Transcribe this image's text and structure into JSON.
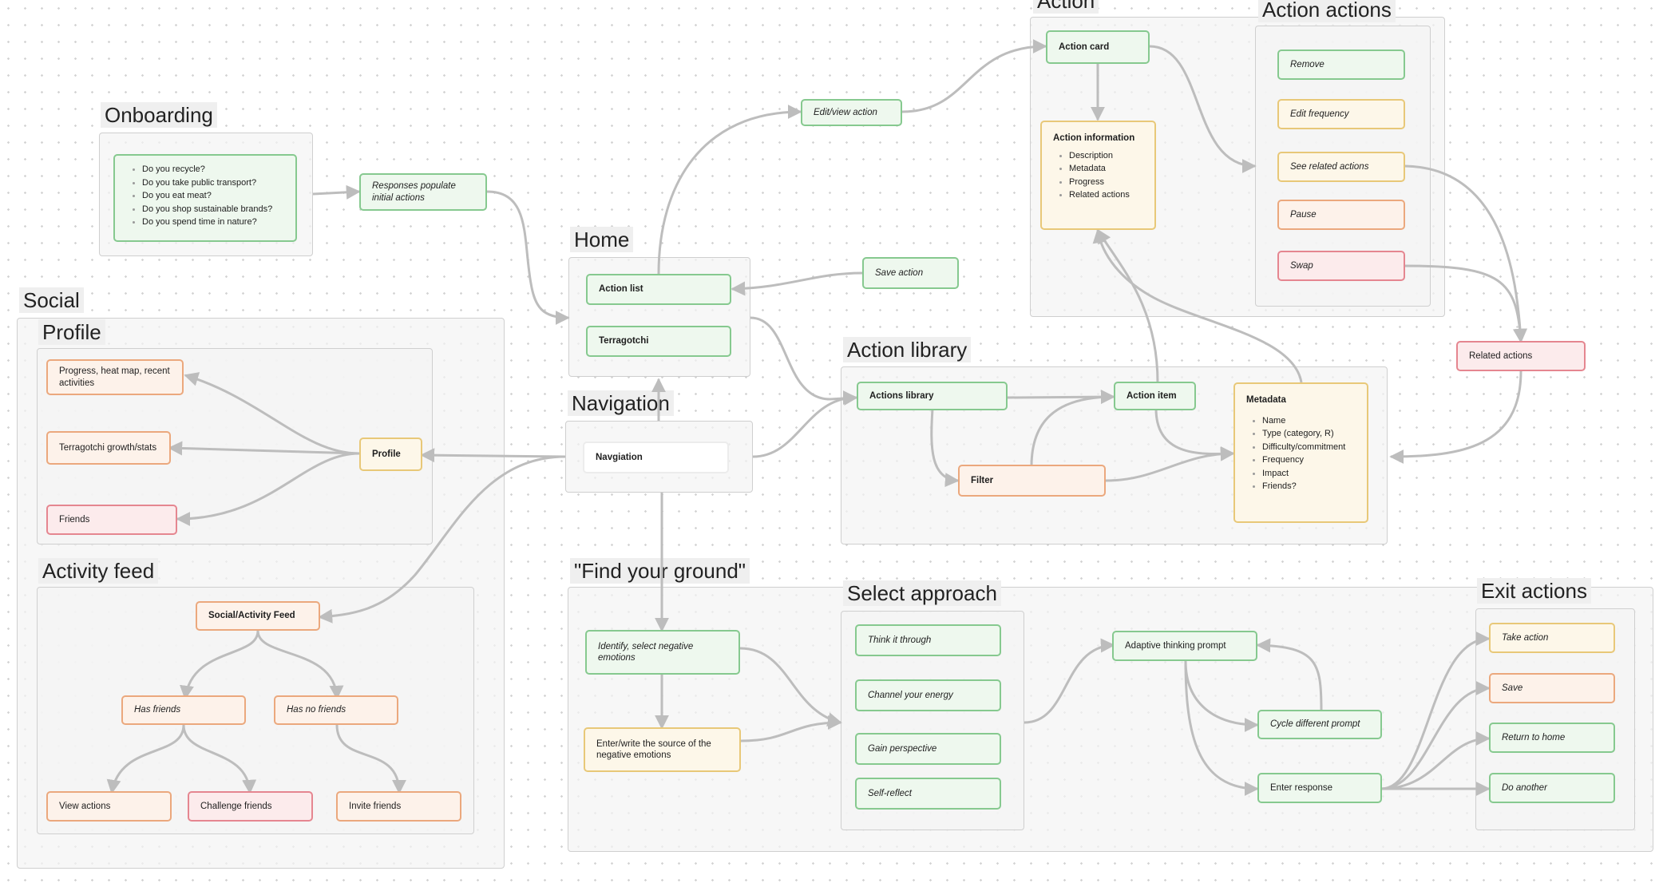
{
  "sections": {
    "action": "Action",
    "action_actions": "Action actions",
    "onboarding": "Onboarding",
    "home": "Home",
    "social": "Social",
    "profile": "Profile",
    "navigation": "Navigation",
    "action_library": "Action library",
    "activity_feed": "Activity feed",
    "find_your_ground": "\"Find your ground\"",
    "select_approach": "Select approach",
    "exit_actions": "Exit actions"
  },
  "onboarding": {
    "questions": [
      "Do you recycle?",
      "Do you take public transport?",
      "Do you eat meat?",
      "Do you shop sustainable brands?",
      "Do you spend time in nature?"
    ],
    "responses": "Responses populate initial actions"
  },
  "home": {
    "action_list": "Action list",
    "terragotchi": "Terragotchi"
  },
  "edit_view": "Edit/view action",
  "save_action": "Save action",
  "action": {
    "card": "Action card",
    "info_title": "Action information",
    "info_items": [
      "Description",
      "Metadata",
      "Progress",
      "Related actions"
    ]
  },
  "action_actions": {
    "remove": "Remove",
    "edit_frequency": "Edit frequency",
    "see_related": "See related actions",
    "pause": "Pause",
    "swap": "Swap"
  },
  "related_actions": "Related actions",
  "profile": {
    "progress": "Progress, heat map, recent activities",
    "terragotchi": "Terragotchi growth/stats",
    "friends": "Friends",
    "profile": "Profile"
  },
  "navigation": {
    "node": "Navgiation"
  },
  "library": {
    "actions_library": "Actions library",
    "action_item": "Action item",
    "filter": "Filter",
    "metadata_title": "Metadata",
    "metadata_items": [
      "Name",
      "Type (category, R)",
      "Difficulty/commitment",
      "Frequency",
      "Impact",
      "Friends?"
    ]
  },
  "feed": {
    "social": "Social/Activity Feed",
    "has_friends": "Has friends",
    "no_friends": "Has no friends",
    "view_actions": "View actions",
    "challenge": "Challenge friends",
    "invite": "Invite friends"
  },
  "ground": {
    "identify": "Identify, select negative emotions",
    "enter_source": "Enter/write the source of the negative emotions"
  },
  "approach": {
    "think": "Think it through",
    "channel": "Channel your energy",
    "gain": "Gain perspective",
    "reflect": "Self-reflect"
  },
  "adaptive": {
    "prompt": "Adaptive thinking prompt",
    "cycle": "Cycle different prompt",
    "enter": "Enter response"
  },
  "exit": {
    "take": "Take action",
    "save": "Save",
    "home": "Return to home",
    "another": "Do another"
  },
  "colors": {
    "green": "#86c98f",
    "yellow": "#e8c878",
    "orange": "#eba87d",
    "red": "#e58690",
    "connector": "#bdbdbd"
  }
}
